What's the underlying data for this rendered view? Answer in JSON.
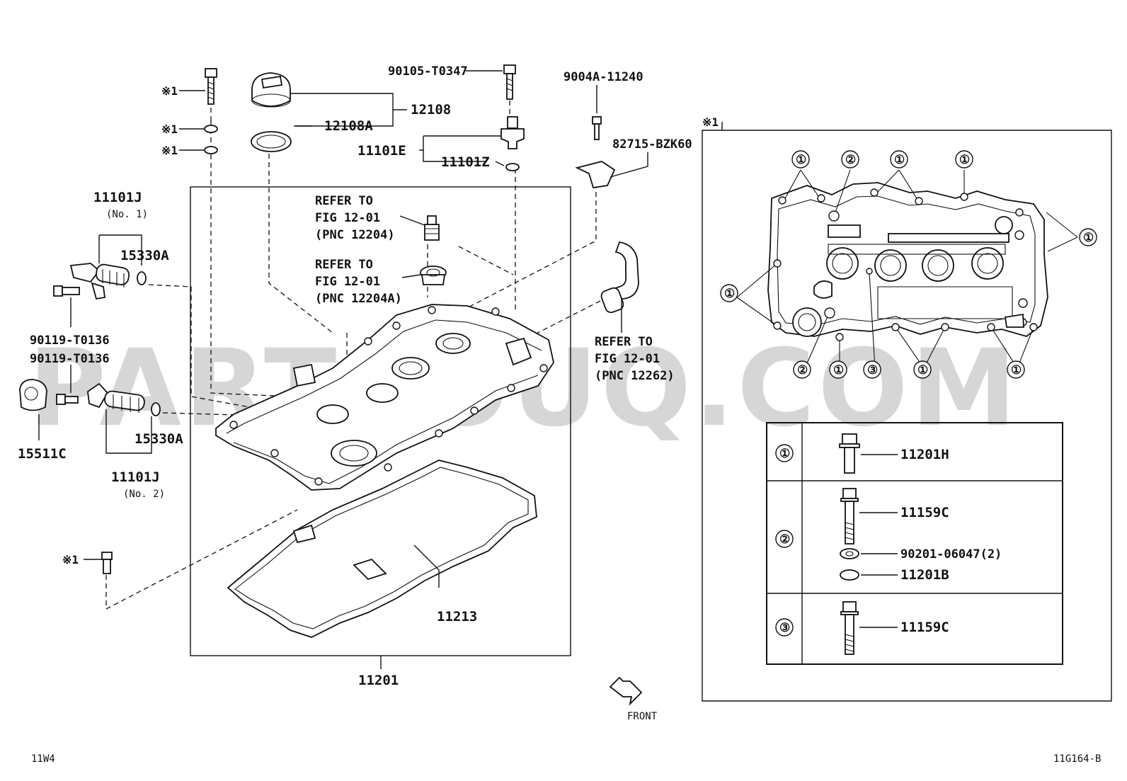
{
  "watermark": "PARTSOUQ.COM",
  "diagram_id": "11G164-B",
  "engine_code": "11W4",
  "front_label": "FRONT",
  "mark_note": "※1",
  "main_labels": {
    "p12108": "12108",
    "p12108a": "12108A",
    "p90105": "90105-T0347",
    "p11101e": "11101E",
    "p11101z": "11101Z",
    "p9004a": "9004A-11240",
    "p82715": "82715-BZK60",
    "p11101j_1": "11101J",
    "no1": "(No. 1)",
    "p15330a_1": "15330A",
    "p90119_1": "90119-T0136",
    "p90119_2": "90119-T0136",
    "p15511c": "15511C",
    "p15330a_2": "15330A",
    "p11101j_2": "11101J",
    "no2": "(No. 2)",
    "p11213": "11213",
    "p11201": "11201",
    "mark1": "※1",
    "mark2": "※1",
    "mark3": "※1",
    "mark4": "※1"
  },
  "refer_notes": [
    {
      "line1": "REFER TO",
      "line2": "FIG 12-01",
      "line3": "(PNC 12204)"
    },
    {
      "line1": "REFER TO",
      "line2": "FIG 12-01",
      "line3": "(PNC 12204A)"
    },
    {
      "line1": "REFER TO",
      "line2": "FIG 12-01",
      "line3": "(PNC 12262)"
    }
  ],
  "inset": {
    "callouts": [
      "①",
      "②",
      "①",
      "①",
      "①",
      "①",
      "②",
      "①",
      "③",
      "①",
      "①"
    ],
    "table": [
      {
        "key": "①",
        "parts": [
          "11201H"
        ]
      },
      {
        "key": "②",
        "parts": [
          "11159C",
          "90201-06047(2)",
          "11201B"
        ]
      },
      {
        "key": "③",
        "parts": [
          "11159C"
        ]
      }
    ]
  }
}
